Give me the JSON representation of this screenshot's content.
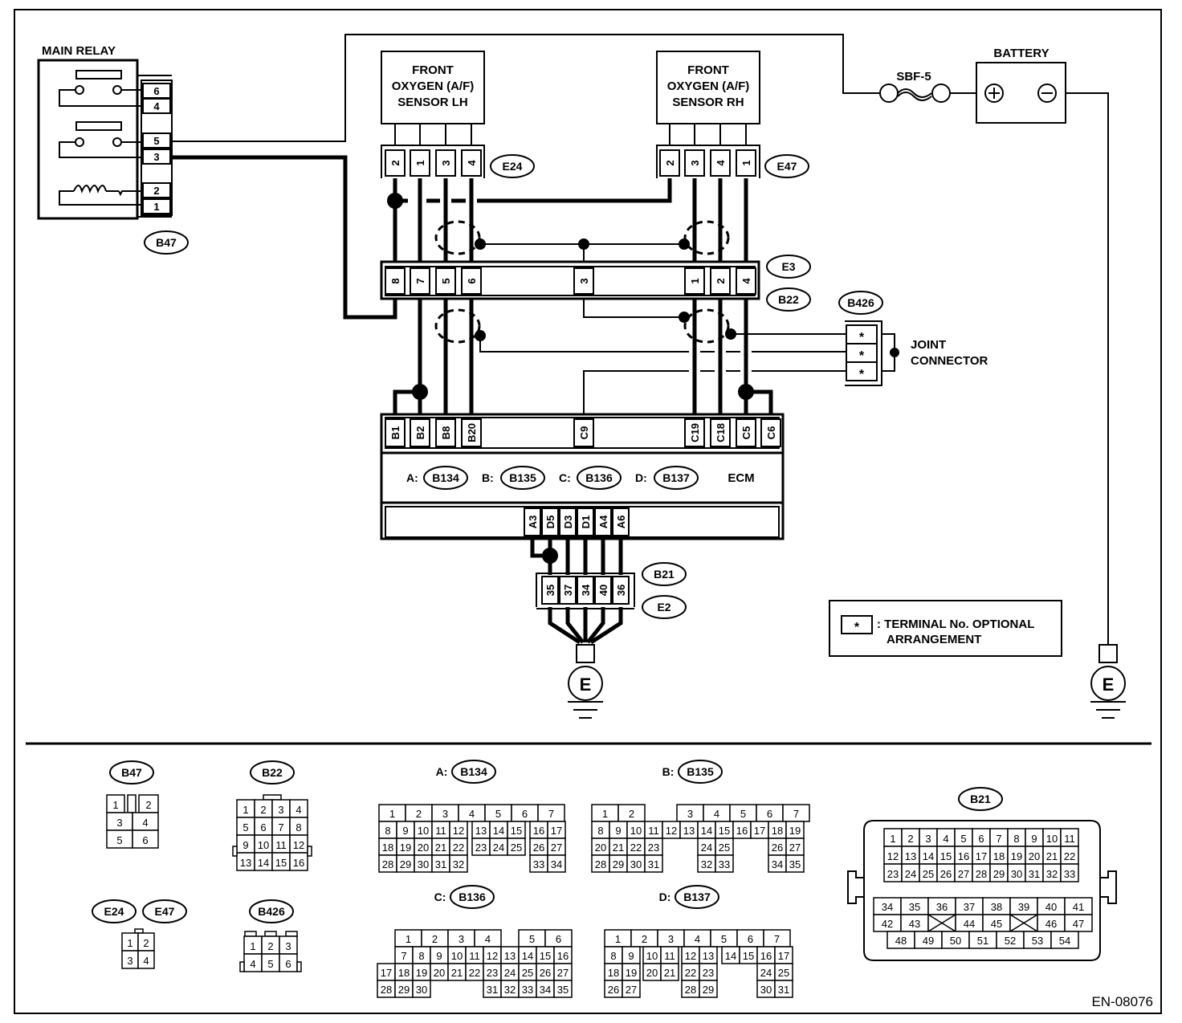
{
  "diagram_id": "EN-08076",
  "components": {
    "main_relay": {
      "title": "MAIN RELAY",
      "connector": "B47",
      "pins": [
        "6",
        "4",
        "5",
        "3",
        "2",
        "1"
      ]
    },
    "sensor_lh": {
      "lines": [
        "FRONT",
        "OXYGEN (A/F)",
        "SENSOR LH"
      ],
      "connector": "E24",
      "pins": [
        "2",
        "1",
        "3",
        "4"
      ]
    },
    "sensor_rh": {
      "lines": [
        "FRONT",
        "OXYGEN (A/F)",
        "SENSOR RH"
      ],
      "connector": "E47",
      "pins": [
        "2",
        "3",
        "4",
        "1"
      ]
    },
    "fuse": {
      "label": "SBF-5"
    },
    "battery": {
      "label": "BATTERY",
      "plus": "+",
      "minus": "−"
    },
    "joint": {
      "connector_top": "E3",
      "connector_bottom": "B22",
      "pins": [
        "8",
        "7",
        "5",
        "6",
        "3",
        "1",
        "2",
        "4"
      ]
    },
    "joint_connector": {
      "connector": "B426",
      "lines": [
        "JOINT",
        "CONNECTOR"
      ],
      "pins": [
        "*",
        "*",
        "*"
      ]
    },
    "ecm": {
      "label": "ECM",
      "top_pins": [
        "B1",
        "B2",
        "B8",
        "B20",
        "C9",
        "C19",
        "C18",
        "C5",
        "C6"
      ],
      "bottom_pins": [
        "A3",
        "D5",
        "D3",
        "D1",
        "A4",
        "A6"
      ],
      "connectors": [
        {
          "prefix": "A:",
          "id": "B134"
        },
        {
          "prefix": "B:",
          "id": "B135"
        },
        {
          "prefix": "C:",
          "id": "B136"
        },
        {
          "prefix": "D:",
          "id": "B137"
        }
      ]
    },
    "ground_conn": {
      "connector_top": "B21",
      "connector_bottom": "E2",
      "pins": [
        "35",
        "37",
        "34",
        "40",
        "36"
      ]
    },
    "ground": {
      "label": "E"
    },
    "legend": {
      "symbol": "*",
      "lines": [
        ": TERMINAL No. OPTIONAL",
        "ARRANGEMENT"
      ]
    }
  },
  "connector_views": {
    "b47": {
      "label": "B47",
      "rows": [
        [
          "1",
          "2"
        ],
        [
          "3",
          "4"
        ],
        [
          "5",
          "6"
        ]
      ]
    },
    "b22": {
      "label": "B22",
      "rows": [
        [
          "1",
          "2",
          "3",
          "4"
        ],
        [
          "5",
          "6",
          "7",
          "8"
        ],
        [
          "9",
          "10",
          "11",
          "12"
        ],
        [
          "13",
          "14",
          "15",
          "16"
        ]
      ]
    },
    "e24_e47": {
      "labels": [
        "E24",
        "E47"
      ],
      "rows": [
        [
          "1",
          "2"
        ],
        [
          "3",
          "4"
        ]
      ]
    },
    "b426": {
      "label": "B426",
      "rows": [
        [
          "1",
          "2",
          "3"
        ],
        [
          "4",
          "5",
          "6"
        ]
      ]
    },
    "b134": {
      "prefix": "A:",
      "label": "B134",
      "row1": [
        "1",
        "2",
        "3",
        "4",
        "5",
        "6",
        "7"
      ],
      "row2": [
        "8",
        "9",
        "10",
        "11",
        "12",
        "13",
        "14",
        "15",
        "16",
        "17"
      ],
      "row3": [
        "18",
        "19",
        "20",
        "21",
        "22",
        "23",
        "24",
        "25",
        "26",
        "27"
      ],
      "row4": [
        "28",
        "29",
        "30",
        "31",
        "32",
        "33",
        "34"
      ]
    },
    "b135": {
      "prefix": "B:",
      "label": "B135",
      "row1": [
        "1",
        "2",
        "3",
        "4",
        "5",
        "6",
        "7"
      ],
      "row2": [
        "8",
        "9",
        "10",
        "11",
        "12",
        "13",
        "14",
        "15",
        "16",
        "17",
        "18",
        "19"
      ],
      "row3": [
        "20",
        "21",
        "22",
        "23",
        "24",
        "25",
        "26",
        "27"
      ],
      "row4": [
        "28",
        "29",
        "30",
        "31",
        "32",
        "33",
        "34",
        "35"
      ]
    },
    "b136": {
      "prefix": "C:",
      "label": "B136",
      "row1": [
        "1",
        "2",
        "3",
        "4",
        "5",
        "6"
      ],
      "row2": [
        "7",
        "8",
        "9",
        "10",
        "11",
        "12",
        "13",
        "14",
        "15",
        "16"
      ],
      "row3": [
        "17",
        "18",
        "19",
        "20",
        "21",
        "22",
        "23",
        "24",
        "25",
        "26",
        "27"
      ],
      "row4": [
        "28",
        "29",
        "30",
        "31",
        "32",
        "33",
        "34",
        "35"
      ]
    },
    "b137": {
      "prefix": "D:",
      "label": "B137",
      "row1": [
        "1",
        "2",
        "3",
        "4",
        "5",
        "6",
        "7"
      ],
      "row2": [
        "8",
        "9",
        "10",
        "11",
        "12",
        "13",
        "14",
        "15",
        "16",
        "17"
      ],
      "row3": [
        "18",
        "19",
        "20",
        "21",
        "22",
        "23",
        "24",
        "25"
      ],
      "row4": [
        "26",
        "27",
        "28",
        "29",
        "30",
        "31"
      ]
    },
    "b21": {
      "label": "B21",
      "row1": [
        "1",
        "2",
        "3",
        "4",
        "5",
        "6",
        "7",
        "8",
        "9",
        "10",
        "11"
      ],
      "row2": [
        "12",
        "13",
        "14",
        "15",
        "16",
        "17",
        "18",
        "19",
        "20",
        "21",
        "22"
      ],
      "row3": [
        "23",
        "24",
        "25",
        "26",
        "27",
        "28",
        "29",
        "30",
        "31",
        "32",
        "33"
      ],
      "row4": [
        "34",
        "35",
        "36",
        "37",
        "38",
        "39",
        "40",
        "41"
      ],
      "row5": [
        "42",
        "43",
        "",
        "44",
        "45",
        "",
        "46",
        "47"
      ],
      "row6": [
        "48",
        "49",
        "50",
        "51",
        "52",
        "53",
        "54"
      ]
    }
  }
}
